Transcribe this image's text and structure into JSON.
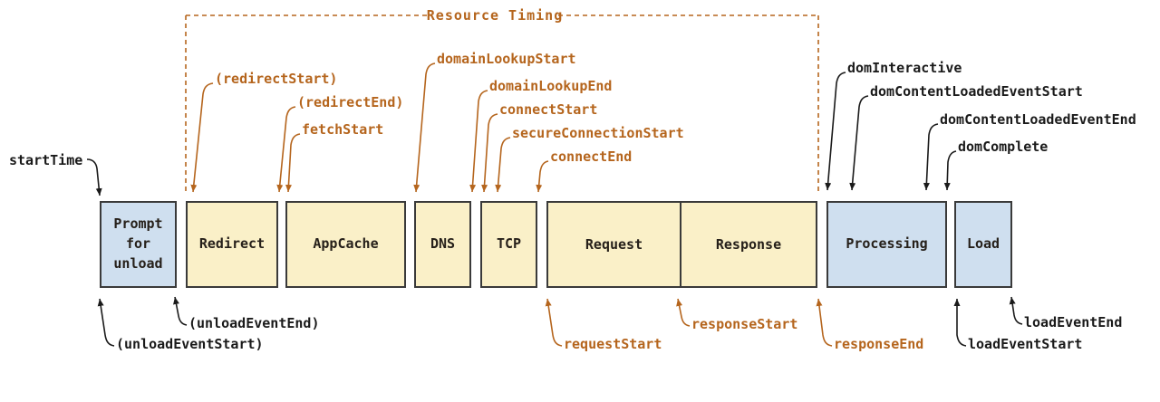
{
  "diagram": {
    "title": "Resource Timing",
    "phases": {
      "prompt": "Prompt for unload",
      "redirect": "Redirect",
      "appcache": "AppCache",
      "dns": "DNS",
      "tcp": "TCP",
      "request": "Request",
      "response": "Response",
      "processing": "Processing",
      "load": "Load"
    },
    "events": {
      "startTime": "startTime",
      "redirectStart": "(redirectStart)",
      "redirectEnd": "(redirectEnd)",
      "fetchStart": "fetchStart",
      "domainLookupStart": "domainLookupStart",
      "domainLookupEnd": "domainLookupEnd",
      "connectStart": "connectStart",
      "secureConnectionStart": "secureConnectionStart",
      "connectEnd": "connectEnd",
      "requestStart": "requestStart",
      "responseStart": "responseStart",
      "responseEnd": "responseEnd",
      "unloadEventStart": "(unloadEventStart)",
      "unloadEventEnd": "(unloadEventEnd)",
      "domInteractive": "domInteractive",
      "domContentLoadedEventStart": "domContentLoadedEventStart",
      "domContentLoadedEventEnd": "domContentLoadedEventEnd",
      "domComplete": "domComplete",
      "loadEventStart": "loadEventStart",
      "loadEventEnd": "loadEventEnd"
    },
    "colors": {
      "resource_timing_accent": "#b5651d",
      "navigation_text": "#1a1a1a",
      "phase_fill_yellow": "#faf0c8",
      "phase_fill_blue": "#cfdfef",
      "phase_border": "#3a3a3a"
    }
  }
}
